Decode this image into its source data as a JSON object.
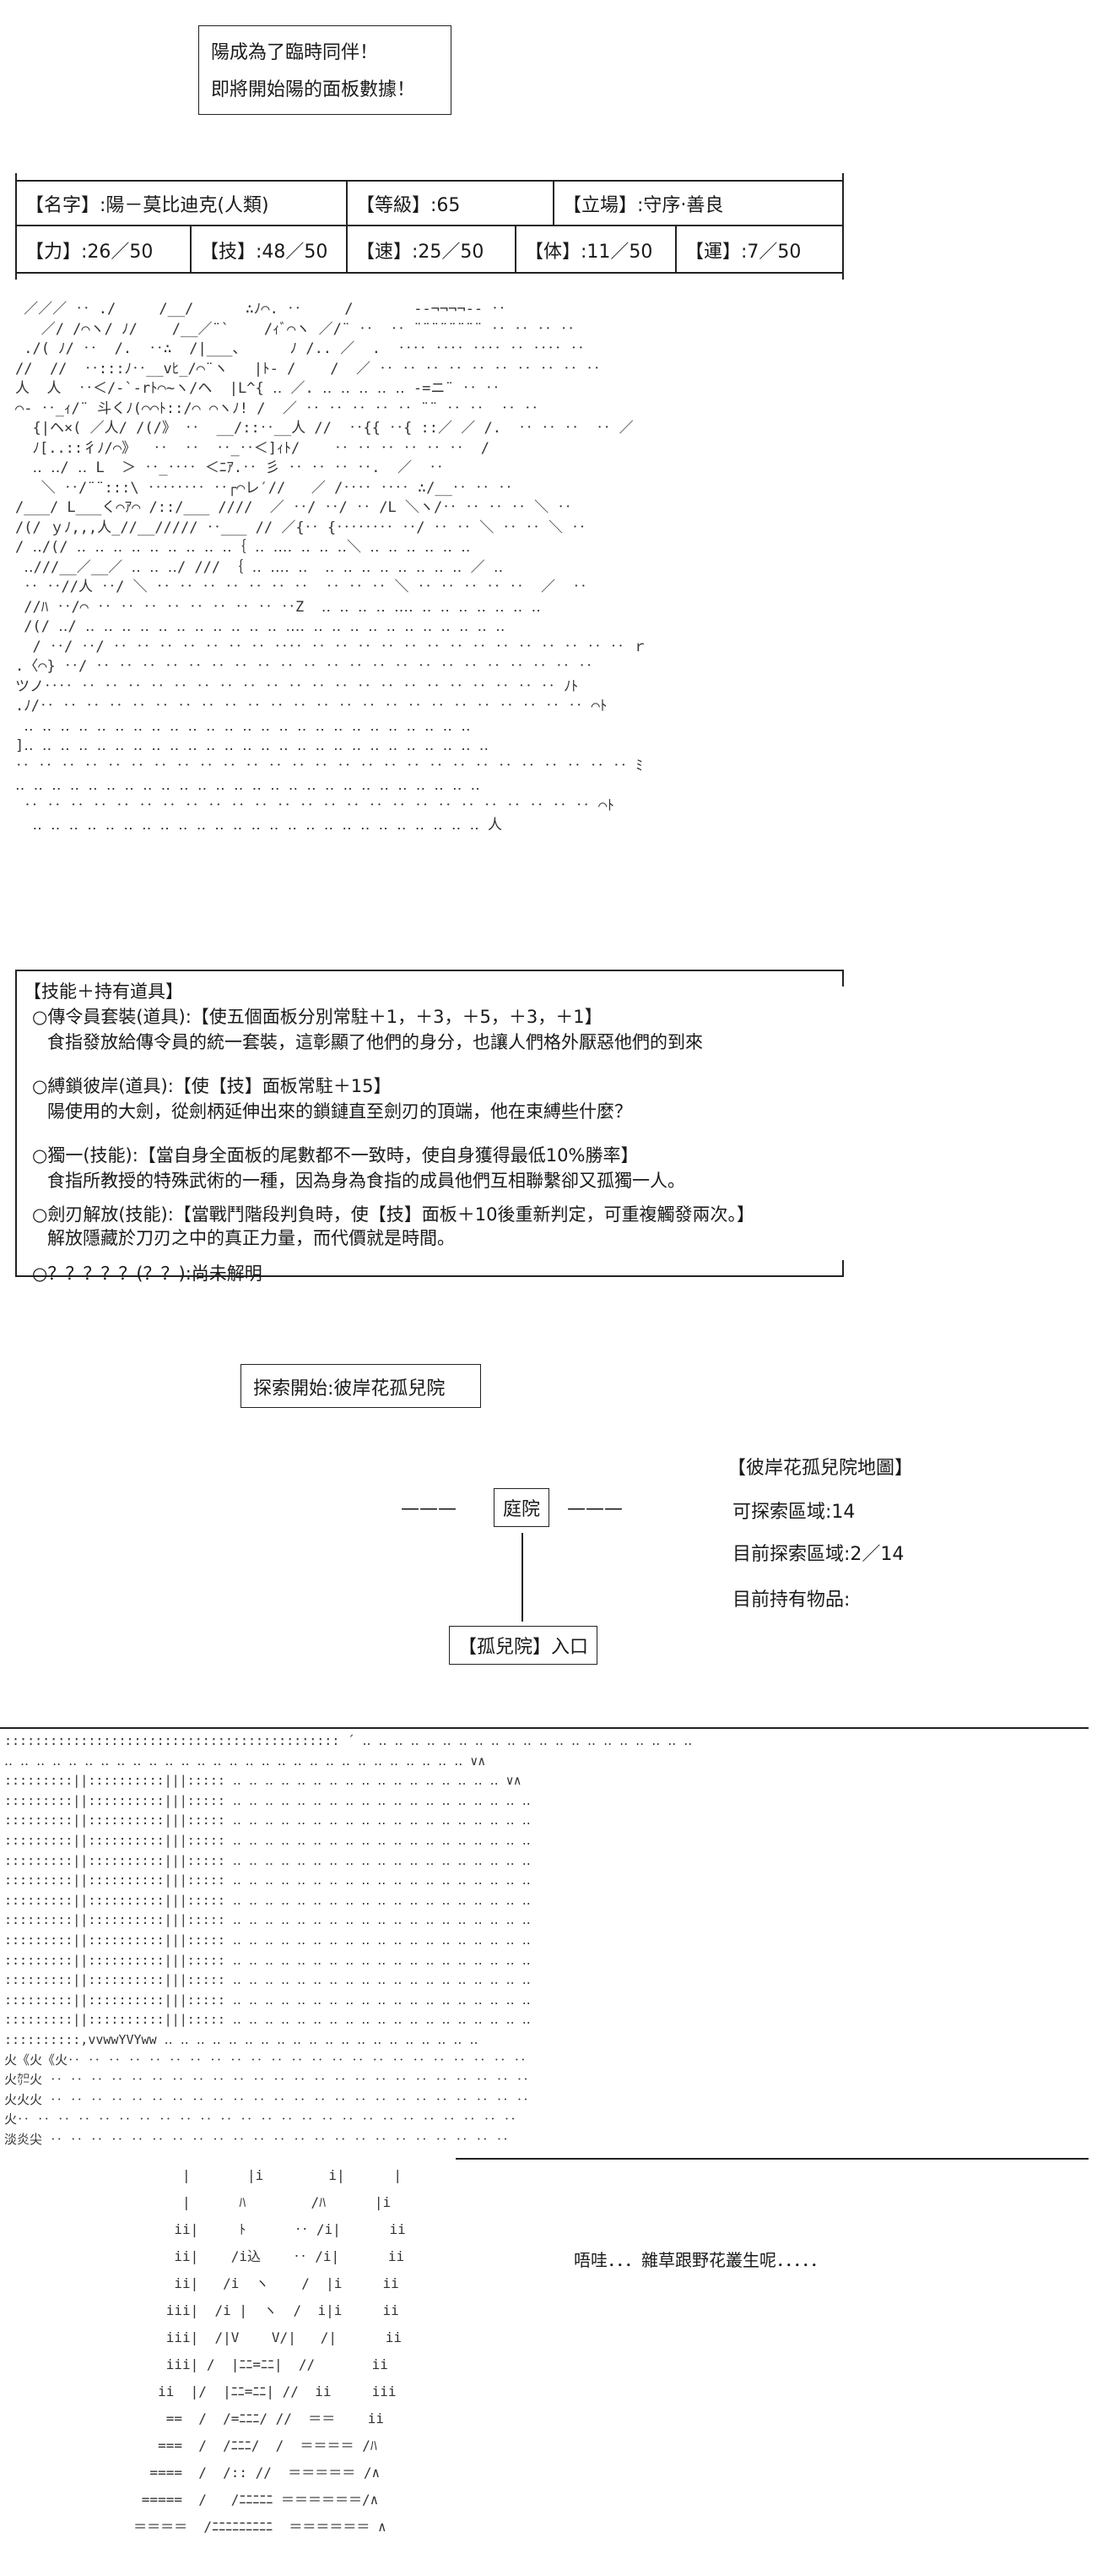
{
  "narration_top": [
    "陽成為了臨時同伴！",
    "即將開始陽的面板數據！"
  ],
  "stats": {
    "row1": [
      "【名字】:陽－莫比迪克(人類)",
      "【等級】:65",
      "【立場】:守序‧善良"
    ],
    "row2": [
      "【力】:26／50",
      "【技】:48／50",
      "【速】:25／50",
      "【体】:11／50",
      "【運】:7／50"
    ]
  },
  "character_art": " ／／／ ‥ ./     /__/      ∴ﾉ⌒. ‥     /       ‐‐¬¬¬¬‐‐ ‥\n   ／/ /⌒ヽ/ ﾉ/    /__／¨`    /ｨﾞ⌒ヽ ／/¨ ‥  ‥ ¨¨¨¨¨¨¨¨ ‥ ‥ ‥ ‥\n ./( ﾉ/ ‥  /.  ‥∴  /|___、     ﾉ /.. ／  .  ‥‥ ‥‥ ‥‥ ‥ ‥‥ ‥\n//  //  ‥:::ﾉ‥__vﾋ_/⌒¨ヽ   |ﾄ- /    /  ／ ‥ ‥ ‥ ‥ ‥ ‥ ‥ ‥ ‥ ‥\n人  人  ‥＜/‐`-rﾄ⌒~ヽ/ヘ  |L^{ ‥ ／. ‥ ‥ ‥ ‥ ‥ -=ニ¨ ‥ ‥\n⌒‐ ‥_ｨ/¨ 斗くﾉ(⌒⌒ﾄ::/⌒ ⌒ヽﾉ! /  ／ ‥ ‥ ‥ ‥ ‥ ¨¨ ‥ ‥  ‥ ‥\n  {|ヘ×( ／人/ /(/》 ‥  __/::‥__人 //  ‥{{ ‥{ ::／ ／ /.  ‥ ‥ ‥  ‥ ／\n  ﾉ[..::彳ﾉ/⌒》  ‥  ‥  ‥_‥＜]ｨﾄ/    ‥ ‥ ‥ ‥ ‥ ‥  /\n  ‥ ‥/ ‥ L  ＞ ‥_‥‥ ＜ﾆｱ.‥ 彡 ‥ ‥ ‥ ‥.  ／  ‥\n   ＼ ‥/¨¨:::\\ ‥‥‥‥ ‥┌⌒レ′//   ／ /‥‥ ‥‥ ∴/__‥ ‥ ‥\n/___/ L___く⌒ｱ⌒ /::/___ ////  ／ ‥/ ‥/ ‥ /L ＼ヽ/‥ ‥ ‥ ‥ ＼ ‥\n/(/ ｙﾉ,,,人_//__///// ‥___ // ／{‥ {‥‥‥‥ ‥/ ‥ ‥ ＼ ‥ ‥ ＼ ‥\n/ ‥/(/ ‥ ‥ ‥ ‥ ‥ ‥ ‥ ‥ ‥｛ ‥ ‥‥ ‥ ‥ ‥＼ ‥ ‥ ‥ ‥ ‥ ‥\n ‥///__／__／ ‥ ‥ ‥/ /// ｛ ‥ ‥‥ ‥  ‥ ‥ ‥ ‥ ‥ ‥ ‥ ‥ ／ ‥\n ‥ ‥//人 ‥/ ＼ ‥ ‥ ‥ ‥ ‥ ‥ ‥  ‥ ‥ ‥ ＼ ‥ ‥ ‥ ‥ ‥  ／  ‥\n //ﾊ ‥/⌒ ‥ ‥ ‥ ‥ ‥ ‥ ‥ ‥ ‥Z  ‥ ‥ ‥ ‥ ‥‥ ‥ ‥ ‥ ‥ ‥ ‥ ‥\n /(/ ‥/ ‥ ‥ ‥ ‥ ‥ ‥ ‥ ‥ ‥ ‥ ‥ ‥‥ ‥ ‥ ‥ ‥ ‥ ‥ ‥ ‥ ‥ ‥ ‥\n  / ‥/ ‥/ ‥ ‥ ‥ ‥ ‥ ‥ ‥ ‥‥ ‥ ‥ ‥ ‥ ‥ ‥ ‥ ‥ ‥ ‥ ‥ ‥ ‥ ‥ ｒ\n.〈⌒} ‥/ ‥ ‥ ‥ ‥ ‥ ‥ ‥ ‥ ‥ ‥ ‥ ‥ ‥ ‥ ‥ ‥ ‥ ‥ ‥ ‥ ‥ ‥\nツノ‥‥ ‥ ‥ ‥ ‥ ‥ ‥ ‥ ‥ ‥ ‥ ‥ ‥ ‥ ‥ ‥ ‥ ‥ ‥ ‥ ‥ ‥ ﾉﾄ\n.ﾉ/‥ ‥ ‥ ‥ ‥ ‥ ‥ ‥ ‥ ‥ ‥ ‥ ‥ ‥ ‥ ‥ ‥ ‥ ‥ ‥ ‥ ‥ ‥ ‥ ⌒ﾄ\n ‥ ‥ ‥ ‥ ‥ ‥ ‥ ‥ ‥ ‥ ‥ ‥ ‥ ‥ ‥ ‥ ‥ ‥ ‥ ‥ ‥ ‥ ‥ ‥ ‥\n]‥ ‥ ‥ ‥ ‥ ‥ ‥ ‥ ‥ ‥ ‥ ‥ ‥ ‥ ‥ ‥ ‥ ‥ ‥ ‥ ‥ ‥ ‥ ‥ ‥ ‥\n‥ ‥ ‥ ‥ ‥ ‥ ‥ ‥ ‥ ‥ ‥ ‥ ‥ ‥ ‥ ‥ ‥ ‥ ‥ ‥ ‥ ‥ ‥ ‥ ‥ ‥ ‥ ﾐ\n‥ ‥ ‥ ‥ ‥ ‥ ‥ ‥ ‥ ‥ ‥ ‥ ‥ ‥ ‥ ‥ ‥ ‥ ‥ ‥ ‥ ‥ ‥ ‥ ‥ ‥\n ‥ ‥ ‥ ‥ ‥ ‥ ‥ ‥ ‥ ‥ ‥ ‥ ‥ ‥ ‥ ‥ ‥ ‥ ‥ ‥ ‥ ‥ ‥ ‥ ‥ ⌒ﾄ\n  ‥ ‥ ‥ ‥ ‥ ‥ ‥ ‥ ‥ ‥ ‥ ‥ ‥ ‥ ‥ ‥ ‥ ‥ ‥ ‥ ‥ ‥ ‥ ‥ ‥ 人",
  "skills": {
    "title": "【技能＋持有道具】",
    "items": [
      {
        "head": "○傳令員套裝(道具):【使五個面板分別常駐＋1，＋3，＋5，＋3，＋1】",
        "desc": "食指發放給傳令員的統一套裝，這彰顯了他們的身分，也讓人們格外厭惡他們的到來"
      },
      {
        "head": "○縛鎖彼岸(道具):【使【技】面板常駐＋15】",
        "desc": "陽使用的大劍，從劍柄延伸出來的鎖鏈直至劍刃的頂端，他在束縛些什麼？"
      },
      {
        "head": "○獨一(技能):【當自身全面板的尾數都不一致時，使自身獲得最低10%勝率】",
        "desc": "食指所教授的特殊武術的一種，因為身為食指的成員他們互相聯繫卻又孤獨一人。"
      },
      {
        "head": "○劍刃解放(技能):【當戰鬥階段判負時，使【技】面板＋10後重新判定，可重複觸發兩次。】",
        "desc": "解放隱藏於刀刃之中的真正力量，而代價就是時間。"
      },
      {
        "head": "○？？？？？(？？):尚未解明",
        "desc": ""
      }
    ]
  },
  "explore_start": "探索開始:彼岸花孤兒院",
  "map": {
    "node_courtyard": "庭院",
    "node_entrance": "【孤兒院】入口",
    "dash_left": "———",
    "dash_right": "———",
    "title": "【彼岸花孤兒院地圖】",
    "explorable": "可探索區域:14",
    "current": "目前探索區域:2／14",
    "items": "目前持有物品:"
  },
  "scene_art": ":::::::::::::::::::::::::::::::::::::::::::: ´ ‥ ‥ ‥ ‥ ‥ ‥ ‥ ‥ ‥ ‥ ‥ ‥ ‥ ‥ ‥ ‥ ‥ ‥ ‥ ‥ ‥\n‥ ‥ ‥ ‥ ‥ ‥ ‥ ‥ ‥ ‥ ‥ ‥ ‥ ‥ ‥ ‥ ‥ ‥ ‥ ‥ ‥ ‥ ‥ ‥ ‥ ‥ ‥ ‥ ‥ ∨∧\n:::::::::||::::::::::|||::::: ‥ ‥ ‥ ‥ ‥ ‥ ‥ ‥ ‥ ‥ ‥ ‥ ‥ ‥ ‥ ‥ ‥ ∨∧\n:::::::::||::::::::::|||::::: ‥ ‥ ‥ ‥ ‥ ‥ ‥ ‥ ‥ ‥ ‥ ‥ ‥ ‥ ‥ ‥ ‥ ‥ ‥\n:::::::::||::::::::::|||::::: ‥ ‥ ‥ ‥ ‥ ‥ ‥ ‥ ‥ ‥ ‥ ‥ ‥ ‥ ‥ ‥ ‥ ‥ ‥\n:::::::::||::::::::::|||::::: ‥ ‥ ‥ ‥ ‥ ‥ ‥ ‥ ‥ ‥ ‥ ‥ ‥ ‥ ‥ ‥ ‥ ‥ ‥\n:::::::::||::::::::::|||::::: ‥ ‥ ‥ ‥ ‥ ‥ ‥ ‥ ‥ ‥ ‥ ‥ ‥ ‥ ‥ ‥ ‥ ‥ ‥\n:::::::::||::::::::::|||::::: ‥ ‥ ‥ ‥ ‥ ‥ ‥ ‥ ‥ ‥ ‥ ‥ ‥ ‥ ‥ ‥ ‥ ‥ ‥\n:::::::::||::::::::::|||::::: ‥ ‥ ‥ ‥ ‥ ‥ ‥ ‥ ‥ ‥ ‥ ‥ ‥ ‥ ‥ ‥ ‥ ‥ ‥\n:::::::::||::::::::::|||::::: ‥ ‥ ‥ ‥ ‥ ‥ ‥ ‥ ‥ ‥ ‥ ‥ ‥ ‥ ‥ ‥ ‥ ‥ ‥\n:::::::::||::::::::::|||::::: ‥ ‥ ‥ ‥ ‥ ‥ ‥ ‥ ‥ ‥ ‥ ‥ ‥ ‥ ‥ ‥ ‥ ‥ ‥\n:::::::::||::::::::::|||::::: ‥ ‥ ‥ ‥ ‥ ‥ ‥ ‥ ‥ ‥ ‥ ‥ ‥ ‥ ‥ ‥ ‥ ‥ ‥\n:::::::::||::::::::::|||::::: ‥ ‥ ‥ ‥ ‥ ‥ ‥ ‥ ‥ ‥ ‥ ‥ ‥ ‥ ‥ ‥ ‥ ‥ ‥\n:::::::::||::::::::::|||::::: ‥ ‥ ‥ ‥ ‥ ‥ ‥ ‥ ‥ ‥ ‥ ‥ ‥ ‥ ‥ ‥ ‥ ‥ ‥\n:::::::::||::::::::::|||::::: ‥ ‥ ‥ ‥ ‥ ‥ ‥ ‥ ‥ ‥ ‥ ‥ ‥ ‥ ‥ ‥ ‥ ‥ ‥\n::::::::::,vvwwYVYww ‥ ‥ ‥ ‥ ‥ ‥ ‥ ‥ ‥ ‥ ‥ ‥ ‥ ‥ ‥ ‥ ‥ ‥ ‥ ‥\n火《火《火‥ ‥ ‥ ‥ ‥ ‥ ‥ ‥ ‥ ‥ ‥ ‥ ‥ ‥ ‥ ‥ ‥ ‥ ‥ ‥ ‥ ‥ ‥\n火㌍火 ‥ ‥ ‥ ‥ ‥ ‥ ‥ ‥ ‥ ‥ ‥ ‥ ‥ ‥ ‥ ‥ ‥ ‥ ‥ ‥ ‥ ‥ ‥ ‥\n火火火 ‥ ‥ ‥ ‥ ‥ ‥ ‥ ‥ ‥ ‥ ‥ ‥ ‥ ‥ ‥ ‥ ‥ ‥ ‥ ‥ ‥ ‥ ‥ ‥\n火‥ ‥ ‥ ‥ ‥ ‥ ‥ ‥ ‥ ‥ ‥ ‥ ‥ ‥ ‥ ‥ ‥ ‥ ‥ ‥ ‥ ‥ ‥ ‥ ‥\n淡炎尖 ‥ ‥ ‥ ‥ ‥ ‥ ‥ ‥ ‥ ‥ ‥ ‥ ‥ ‥ ‥ ‥ ‥ ‥ ‥ ‥ ‥ ‥ ‥",
  "figure_art": "           |       |i        i|      |\n           |      ﾊ        /ﾊ      |i\n          ii|     ﾄ      ‥ /i|      ii\n          ii|    /i込    ‥ /i|      ii\n          ii|   /i  ヽ    /  |i     ii\n         iii|  /i |  ヽ  /  i|i     ii\n         iii|  /|V    V/|   /|      ii\n         iii| /  |ﾆﾆ=ﾆﾆ|  //       ii\n        ii  |/  |ﾆﾆ=ﾆﾆ| //  ii     iii\n         ==  /  /=ﾆﾆﾆ/ //  ＝＝    ii\n        ===  /  /ﾆﾆﾆ/  /  ＝＝＝＝ /ﾊ\n       ====  /  /:: //  ＝＝＝＝＝ /∧\n      =====  /   /ﾆﾆﾆﾆﾆ ＝＝＝＝＝＝/∧\n     ＝＝＝＝  /ﾆﾆﾆﾆﾆﾆﾆﾆﾆ  ＝＝＝＝＝＝ ∧",
  "scene_caption": "唔哇．．．雜草跟野花叢生呢．．．．．"
}
